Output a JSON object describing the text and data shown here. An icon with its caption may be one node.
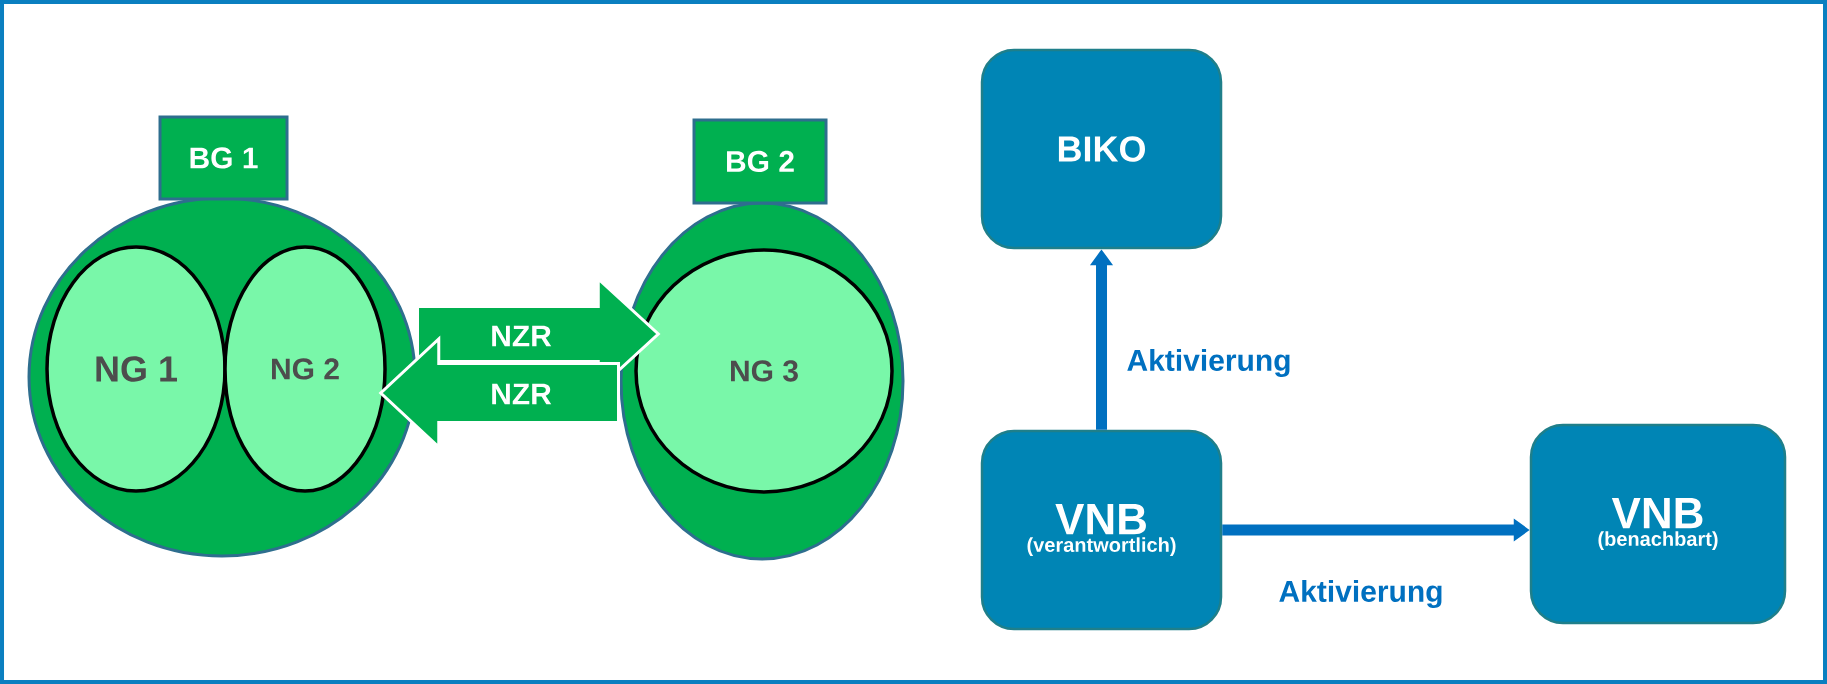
{
  "diagram": {
    "nodes": [
      {
        "text": [
          "BG 1"
        ]
      },
      {
        "text": [],
        "shape": "circle"
      },
      {
        "text": [
          "NG 1"
        ],
        "in": 1
      },
      {
        "text": [
          "NG 2"
        ],
        "in": 1
      },
      {
        "text": [
          "BG 2"
        ]
      },
      {
        "text": [],
        "shape": "circle"
      },
      {
        "text": [
          "NG 3"
        ],
        "in": 5
      },
      {
        "text": [
          "BIKO"
        ]
      },
      {
        "text": [
          "VNB",
          "(verantwortlich)"
        ]
      },
      {
        "text": [
          "VNB",
          "(benachbart)"
        ]
      }
    ],
    "edges": [
      {
        "from": 1,
        "to": 6,
        "arrow": "to",
        "label": "NZR",
        "style": "thick",
        "color": "#00b050"
      },
      {
        "from": 5,
        "to": 3,
        "arrow": "to",
        "label": "NZR",
        "style": "thick",
        "color": "#00b050"
      },
      {
        "from": 8,
        "to": 7,
        "arrow": "to",
        "label": "Aktivierung",
        "color": "#0070c0"
      },
      {
        "from": 8,
        "to": 9,
        "arrow": "to",
        "label": "Aktivierung",
        "color": "#0070c0"
      }
    ]
  }
}
